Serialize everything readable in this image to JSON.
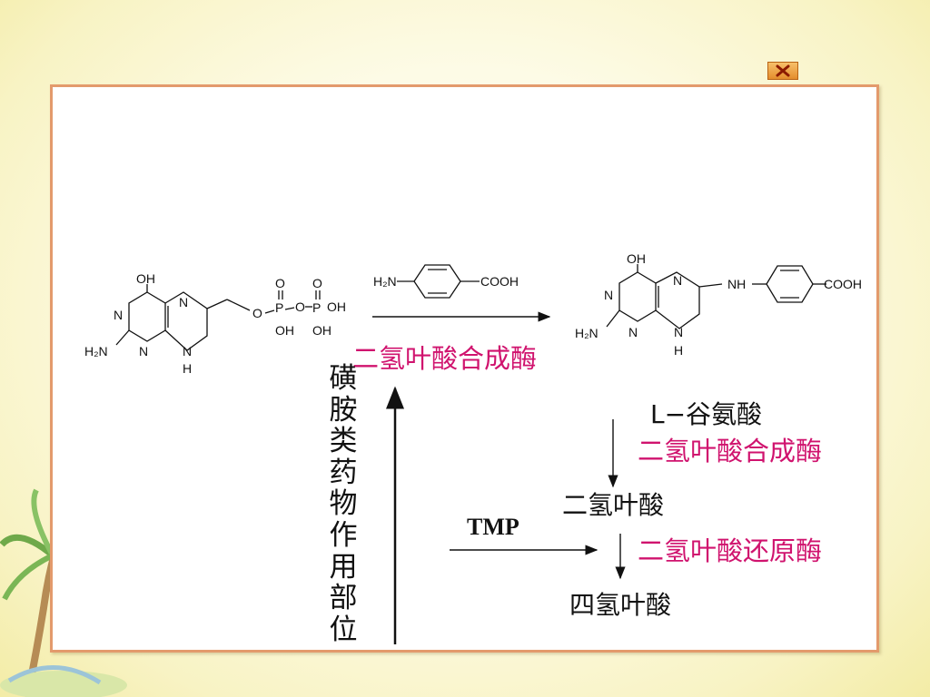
{
  "window": {
    "close_icon": "close-x-icon"
  },
  "reagent": {
    "h2n": "H₂N",
    "cooh": "COOH"
  },
  "reactant": {
    "oh": "OH",
    "n1": "N",
    "n2": "N",
    "n3": "N",
    "n4": "N",
    "h": "H",
    "h2n": "H₂N",
    "o_link": "O",
    "p1": "P",
    "p2": "P",
    "o_bridge": "O",
    "o_top1": "O",
    "o_top2": "O",
    "oh_p1": "OH",
    "oh_p2": "OH",
    "oh_p2_side": "OH"
  },
  "product": {
    "oh": "OH",
    "n1": "N",
    "n2": "N",
    "n3": "N",
    "n4": "N",
    "h": "H",
    "h2n": "H₂N",
    "nh": "NH",
    "cooh": "COOH"
  },
  "labels": {
    "enzyme_synthase_top": "二氢叶酸合成酶",
    "glutamate": "L−谷氨酸",
    "enzyme_synthase_right": "二氢叶酸合成酶",
    "dihydrofolate": "二氢叶酸",
    "tmp": "TMP",
    "enzyme_reductase": "二氢叶酸还原酶",
    "tetrahydrofolate": "四氢叶酸",
    "sulfonamide_site_chars": [
      "磺",
      "胺",
      "类",
      "药",
      "物",
      "作",
      "用",
      "部",
      "位"
    ]
  },
  "colors": {
    "enzyme_text": "#d0136e",
    "frame_border": "#e39a6c",
    "page_bg": "#f8f3c4"
  }
}
